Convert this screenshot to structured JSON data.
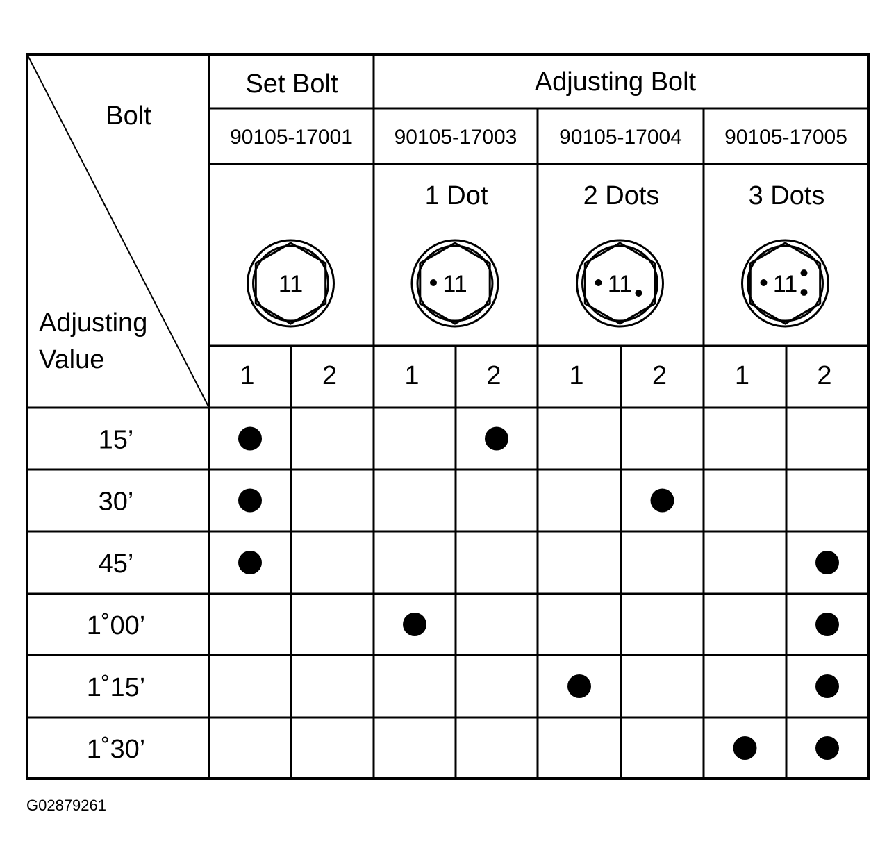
{
  "header": {
    "corner_top": "Bolt",
    "corner_bottom_line1": "Adjusting",
    "corner_bottom_line2": "Value",
    "set_bolt": "Set Bolt",
    "adjusting_bolt": "Adjusting Bolt"
  },
  "bolts": [
    {
      "part_number": "90105-17001",
      "mark_label": "",
      "head_number": "11",
      "dots": 0
    },
    {
      "part_number": "90105-17003",
      "mark_label": "1 Dot",
      "head_number": "11",
      "dots": 1
    },
    {
      "part_number": "90105-17004",
      "mark_label": "2 Dots",
      "head_number": "11",
      "dots": 2
    },
    {
      "part_number": "90105-17005",
      "mark_label": "3 Dots",
      "head_number": "11",
      "dots": 3
    }
  ],
  "positions": [
    "1",
    "2",
    "1",
    "2",
    "1",
    "2",
    "1",
    "2"
  ],
  "rows": [
    {
      "value": "15’",
      "marks": [
        1,
        0,
        0,
        1,
        0,
        0,
        0,
        0
      ]
    },
    {
      "value": "30’",
      "marks": [
        1,
        0,
        0,
        0,
        0,
        1,
        0,
        0
      ]
    },
    {
      "value": "45’",
      "marks": [
        1,
        0,
        0,
        0,
        0,
        0,
        0,
        1
      ]
    },
    {
      "value": "1˚00’",
      "marks": [
        0,
        0,
        1,
        0,
        0,
        0,
        0,
        1
      ]
    },
    {
      "value": "1˚15’",
      "marks": [
        0,
        0,
        0,
        0,
        1,
        0,
        0,
        1
      ]
    },
    {
      "value": "1˚30’",
      "marks": [
        0,
        0,
        0,
        0,
        0,
        0,
        1,
        1
      ]
    }
  ],
  "figure_code": "G02879261"
}
